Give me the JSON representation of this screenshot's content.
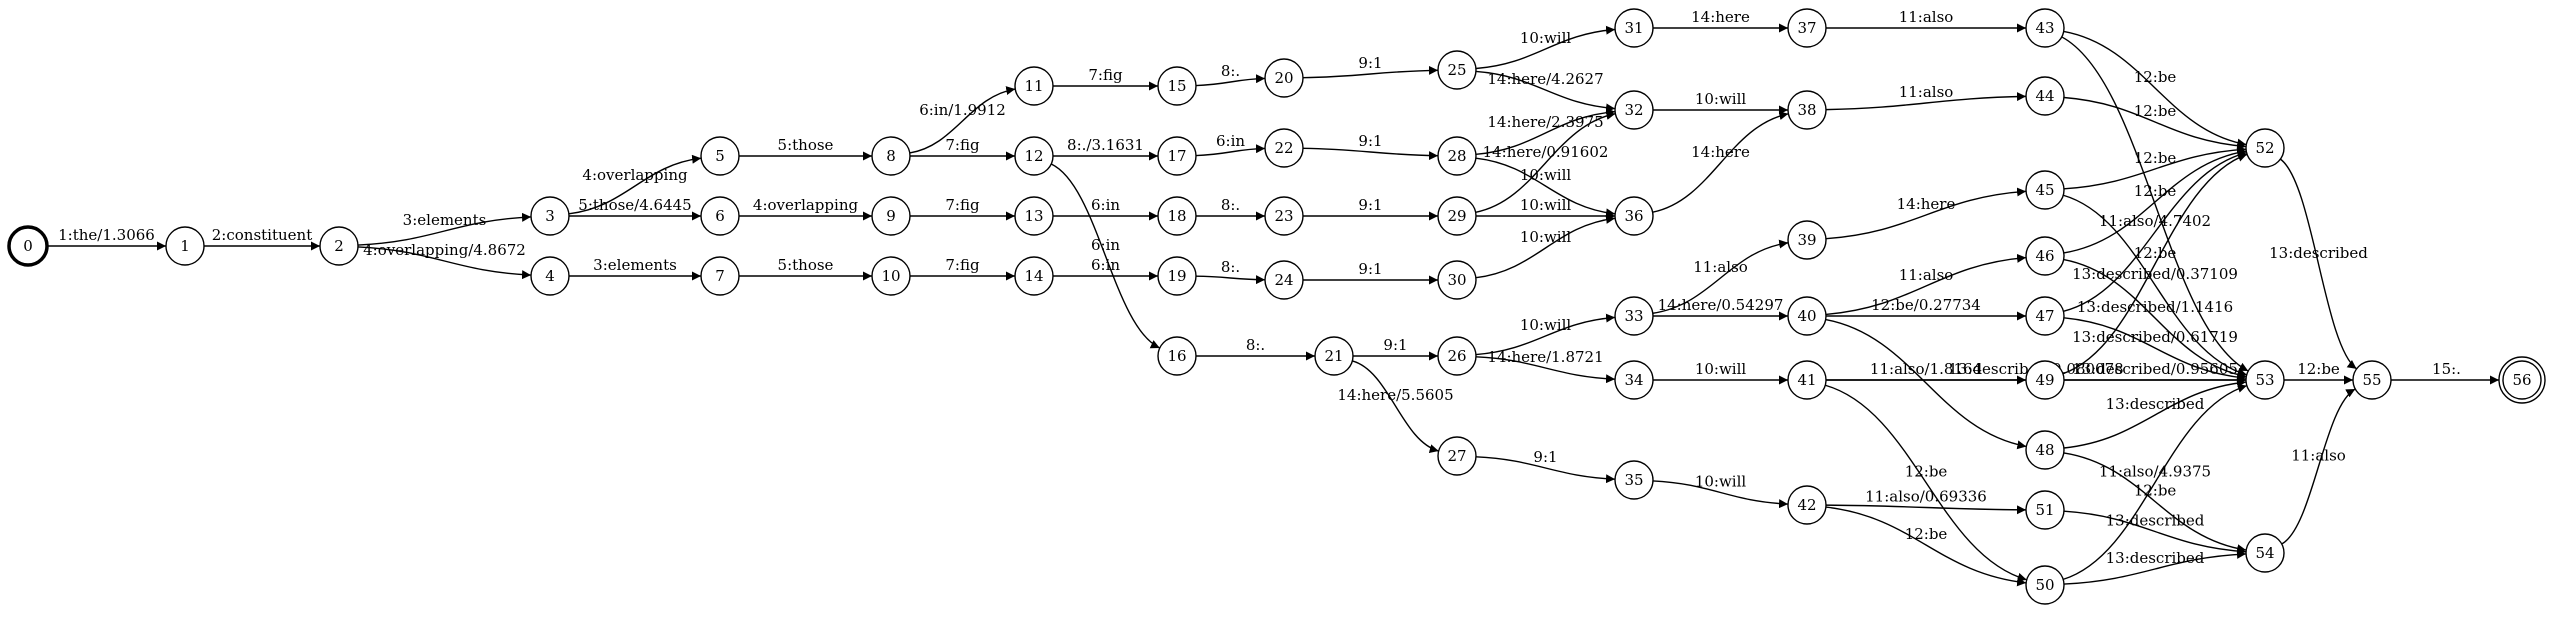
{
  "nodes": [
    {
      "id": "0",
      "start": true
    },
    {
      "id": "1"
    },
    {
      "id": "2"
    },
    {
      "id": "3"
    },
    {
      "id": "4"
    },
    {
      "id": "5"
    },
    {
      "id": "6"
    },
    {
      "id": "7"
    },
    {
      "id": "8"
    },
    {
      "id": "9"
    },
    {
      "id": "10"
    },
    {
      "id": "11"
    },
    {
      "id": "12"
    },
    {
      "id": "13"
    },
    {
      "id": "14"
    },
    {
      "id": "15"
    },
    {
      "id": "16"
    },
    {
      "id": "17"
    },
    {
      "id": "18"
    },
    {
      "id": "19"
    },
    {
      "id": "20"
    },
    {
      "id": "21"
    },
    {
      "id": "22"
    },
    {
      "id": "23"
    },
    {
      "id": "24"
    },
    {
      "id": "25"
    },
    {
      "id": "26"
    },
    {
      "id": "27"
    },
    {
      "id": "28"
    },
    {
      "id": "29"
    },
    {
      "id": "30"
    },
    {
      "id": "31"
    },
    {
      "id": "32"
    },
    {
      "id": "33"
    },
    {
      "id": "34"
    },
    {
      "id": "35"
    },
    {
      "id": "36"
    },
    {
      "id": "37"
    },
    {
      "id": "38"
    },
    {
      "id": "39"
    },
    {
      "id": "40"
    },
    {
      "id": "41"
    },
    {
      "id": "42"
    },
    {
      "id": "43"
    },
    {
      "id": "44"
    },
    {
      "id": "45"
    },
    {
      "id": "46"
    },
    {
      "id": "47"
    },
    {
      "id": "48"
    },
    {
      "id": "49"
    },
    {
      "id": "50"
    },
    {
      "id": "51"
    },
    {
      "id": "52"
    },
    {
      "id": "53"
    },
    {
      "id": "54"
    },
    {
      "id": "55"
    },
    {
      "id": "56",
      "final": true
    }
  ],
  "edges": [
    {
      "from": "0",
      "to": "1",
      "label": "1:the/1.3066"
    },
    {
      "from": "1",
      "to": "2",
      "label": "2:constituent"
    },
    {
      "from": "2",
      "to": "3",
      "label": "3:elements"
    },
    {
      "from": "2",
      "to": "4",
      "label": "4:overlapping/4.8672"
    },
    {
      "from": "3",
      "to": "5",
      "label": "4:overlapping"
    },
    {
      "from": "3",
      "to": "6",
      "label": "5:those/4.6445"
    },
    {
      "from": "4",
      "to": "7",
      "label": "3:elements"
    },
    {
      "from": "5",
      "to": "8",
      "label": "5:those"
    },
    {
      "from": "6",
      "to": "9",
      "label": "4:overlapping"
    },
    {
      "from": "7",
      "to": "10",
      "label": "5:those"
    },
    {
      "from": "8",
      "to": "11",
      "label": "6:in/1.9912"
    },
    {
      "from": "8",
      "to": "12",
      "label": "7:fig"
    },
    {
      "from": "9",
      "to": "13",
      "label": "7:fig"
    },
    {
      "from": "10",
      "to": "14",
      "label": "7:fig"
    },
    {
      "from": "11",
      "to": "15",
      "label": "7:fig"
    },
    {
      "from": "12",
      "to": "17",
      "label": "8:./3.1631"
    },
    {
      "from": "12",
      "to": "16",
      "label": "6:in"
    },
    {
      "from": "13",
      "to": "18",
      "label": "6:in"
    },
    {
      "from": "14",
      "to": "19",
      "label": "6:in"
    },
    {
      "from": "15",
      "to": "20",
      "label": "8:."
    },
    {
      "from": "16",
      "to": "21",
      "label": "8:."
    },
    {
      "from": "17",
      "to": "22",
      "label": "6:in"
    },
    {
      "from": "18",
      "to": "23",
      "label": "8:."
    },
    {
      "from": "19",
      "to": "24",
      "label": "8:."
    },
    {
      "from": "20",
      "to": "25",
      "label": "9:1"
    },
    {
      "from": "21",
      "to": "26",
      "label": "9:1"
    },
    {
      "from": "21",
      "to": "27",
      "label": "14:here/5.5605"
    },
    {
      "from": "22",
      "to": "28",
      "label": "9:1"
    },
    {
      "from": "23",
      "to": "29",
      "label": "9:1"
    },
    {
      "from": "24",
      "to": "30",
      "label": "9:1"
    },
    {
      "from": "25",
      "to": "31",
      "label": "10:will"
    },
    {
      "from": "25",
      "to": "32",
      "label": "14:here/4.2627"
    },
    {
      "from": "26",
      "to": "33",
      "label": "10:will"
    },
    {
      "from": "26",
      "to": "34",
      "label": "14:here/1.8721"
    },
    {
      "from": "27",
      "to": "35",
      "label": "9:1"
    },
    {
      "from": "28",
      "to": "32",
      "label": "14:here/2.3975"
    },
    {
      "from": "28",
      "to": "36",
      "label": "10:will"
    },
    {
      "from": "29",
      "to": "32",
      "label": "14:here/0.91602"
    },
    {
      "from": "29",
      "to": "36",
      "label": "10:will"
    },
    {
      "from": "30",
      "to": "36",
      "label": "10:will"
    },
    {
      "from": "31",
      "to": "37",
      "label": "14:here"
    },
    {
      "from": "32",
      "to": "38",
      "label": "10:will"
    },
    {
      "from": "33",
      "to": "39",
      "label": "11:also"
    },
    {
      "from": "33",
      "to": "40",
      "label": "14:here/0.54297"
    },
    {
      "from": "34",
      "to": "41",
      "label": "10:will"
    },
    {
      "from": "35",
      "to": "42",
      "label": "10:will"
    },
    {
      "from": "36",
      "to": "38",
      "label": "14:here"
    },
    {
      "from": "37",
      "to": "43",
      "label": "11:also"
    },
    {
      "from": "38",
      "to": "44",
      "label": "11:also"
    },
    {
      "from": "39",
      "to": "45",
      "label": "14:here"
    },
    {
      "from": "40",
      "to": "46",
      "label": "11:also"
    },
    {
      "from": "40",
      "to": "47",
      "label": "12:be/0.27734"
    },
    {
      "from": "40",
      "to": "48",
      "label": ""
    },
    {
      "from": "41",
      "to": "49",
      "label": "11:also/1.8164"
    },
    {
      "from": "41",
      "to": "53",
      "label": "13:described/0.080078"
    },
    {
      "from": "41",
      "to": "50",
      "label": "12:be"
    },
    {
      "from": "42",
      "to": "51",
      "label": "11:also/0.69336"
    },
    {
      "from": "42",
      "to": "50",
      "label": "12:be"
    },
    {
      "from": "43",
      "to": "52",
      "label": "12:be"
    },
    {
      "from": "43",
      "to": "53",
      "label": ""
    },
    {
      "from": "44",
      "to": "52",
      "label": "12:be"
    },
    {
      "from": "45",
      "to": "52",
      "label": "12:be"
    },
    {
      "from": "45",
      "to": "53",
      "label": "13:described/0.37109"
    },
    {
      "from": "46",
      "to": "52",
      "label": "12:be"
    },
    {
      "from": "46",
      "to": "53",
      "label": "13:described/1.1416"
    },
    {
      "from": "47",
      "to": "52",
      "label": "11:also/4.7402"
    },
    {
      "from": "47",
      "to": "53",
      "label": "13:described/0.61719"
    },
    {
      "from": "48",
      "to": "53",
      "label": "13:described"
    },
    {
      "from": "48",
      "to": "54",
      "label": "12:be"
    },
    {
      "from": "49",
      "to": "52",
      "label": "12:be"
    },
    {
      "from": "49",
      "to": "53",
      "label": "13:described/0.95605"
    },
    {
      "from": "50",
      "to": "53",
      "label": "11:also/4.9375"
    },
    {
      "from": "50",
      "to": "54",
      "label": "13:described"
    },
    {
      "from": "51",
      "to": "54",
      "label": "13:described"
    },
    {
      "from": "52",
      "to": "55",
      "label": "13:described"
    },
    {
      "from": "53",
      "to": "55",
      "label": "12:be"
    },
    {
      "from": "54",
      "to": "55",
      "label": "11:also"
    },
    {
      "from": "55",
      "to": "56",
      "label": "15:."
    }
  ]
}
